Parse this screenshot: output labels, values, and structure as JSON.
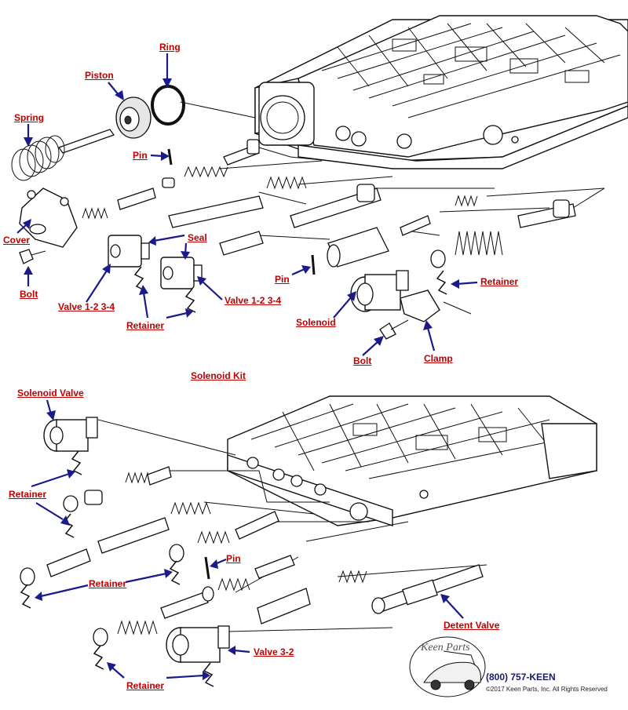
{
  "labels": {
    "ring": "Ring",
    "piston": "Piston",
    "spring": "Spring",
    "pin_top": "Pin",
    "seal": "Seal",
    "cover": "Cover",
    "bolt_left": "Bolt",
    "valve_12_34_a": "Valve 1-2 3-4",
    "valve_12_34_b": "Valve 1-2 3-4",
    "retainer_top": "Retainer",
    "pin_mid": "Pin",
    "solenoid": "Solenoid",
    "retainer_right": "Retainer",
    "bolt_mid": "Bolt",
    "clamp": "Clamp",
    "solenoid_kit": "Solenoid Kit",
    "solenoid_valve": "Solenoid Valve",
    "retainer_left": "Retainer",
    "pin_lower": "Pin",
    "retainer_lower_mid": "Retainer",
    "detent_valve": "Detent Valve",
    "valve_32": "Valve 3-2",
    "retainer_bottom": "Retainer"
  },
  "branding": {
    "logo": "Keen Parts",
    "phone": "(800) 757-KEEN",
    "copyright": "©2017 Keen Parts, Inc. All Rights Reserved"
  },
  "colors": {
    "label": "#c00000",
    "arrow": "#1a1a8a",
    "line_art": "#111111"
  }
}
